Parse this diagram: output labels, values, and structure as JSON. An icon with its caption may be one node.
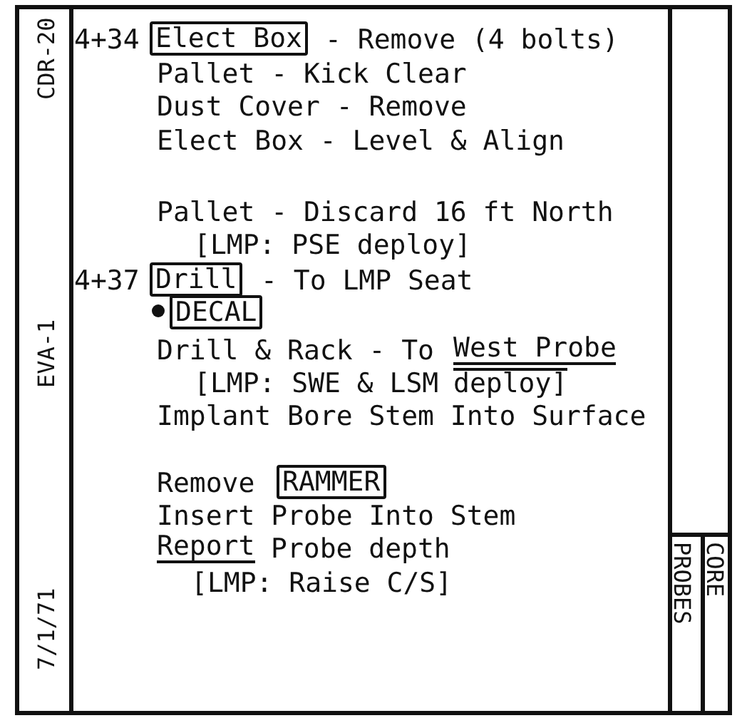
{
  "diagram": {
    "nodes": [
      {
        "text": [
          "Elect Box"
        ]
      },
      {
        "text": [
          "Drill"
        ]
      },
      {
        "text": [
          "DECAL"
        ]
      },
      {
        "text": [
          "RAMMER"
        ]
      }
    ],
    "labels": [
      "CDR-20",
      "4+34",
      "- Remove (4 bolts)",
      "Pallet - Kick Clear",
      "Dust Cover - Remove",
      "Elect Box - Level & Align",
      "Pallet - Discard 16 ft North",
      "[LMP: PSE deploy]",
      "EVA-1",
      "4+37",
      "- To LMP Seat",
      "Drill & Rack - To",
      "West Probe",
      "[LMP: SWE & LSM",
      "deploy]",
      "Implant Bore Stem Into Surface",
      "Remove",
      "Insert Probe Into Stem",
      "Report",
      "Probe depth",
      "[LMP: Raise C/S]",
      "7/1/71",
      "CORE",
      "PROBES"
    ]
  }
}
